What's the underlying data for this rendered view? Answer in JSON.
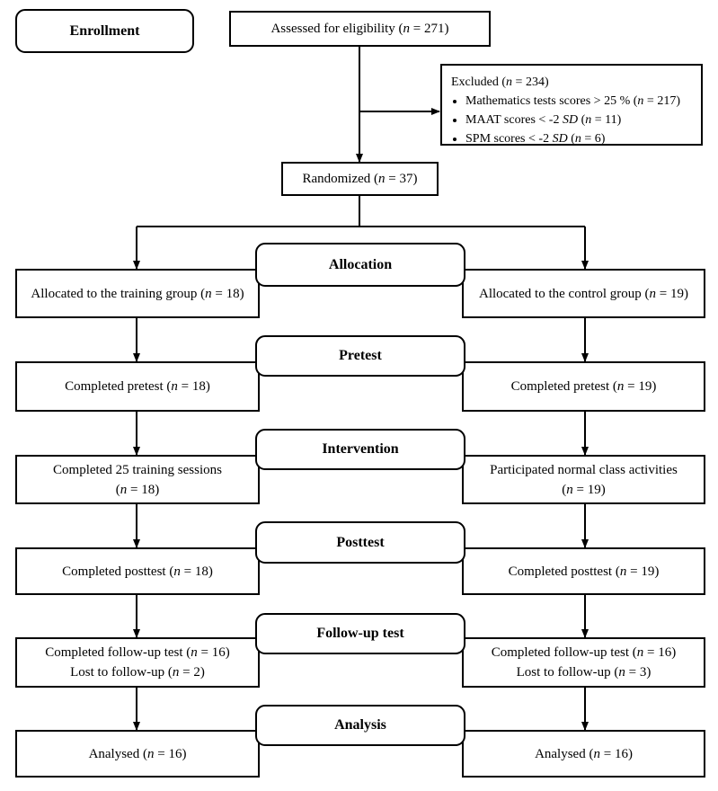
{
  "stages": {
    "enrollment": "Enrollment",
    "allocation": "Allocation",
    "pretest": "Pretest",
    "intervention": "Intervention",
    "posttest": "Posttest",
    "followup": "Follow-up test",
    "analysis": "Analysis"
  },
  "assessed": {
    "label": "Assessed for eligibility",
    "n": "271"
  },
  "excluded": {
    "title": "Excluded",
    "n": "234",
    "items": [
      {
        "text": "Mathematics tests scores > 25 %",
        "n": "217"
      },
      {
        "text": "MAAT scores < -2 ",
        "sd": "SD",
        "n": "11"
      },
      {
        "text": "SPM scores < -2 ",
        "sd": "SD",
        "n": "6"
      }
    ]
  },
  "randomized": {
    "label": "Randomized",
    "n": "37"
  },
  "training": {
    "allocated": {
      "label": "Allocated to the training group",
      "n": "18"
    },
    "pretest": {
      "label": "Completed pretest",
      "n": "18"
    },
    "intervention": {
      "label": "Completed 25 training sessions",
      "n": "18"
    },
    "posttest": {
      "label": "Completed posttest",
      "n": "18"
    },
    "followup": {
      "label": "Completed follow-up test",
      "n": "16",
      "lost_label": "Lost to follow-up",
      "lost_n": "2"
    },
    "analysis": {
      "label": "Analysed",
      "n": "16"
    }
  },
  "control": {
    "allocated": {
      "label": "Allocated to the control group",
      "n": "19"
    },
    "pretest": {
      "label": "Completed pretest",
      "n": "19"
    },
    "intervention": {
      "label": "Participated normal class activities",
      "n": "19"
    },
    "posttest": {
      "label": "Completed posttest",
      "n": "19"
    },
    "followup": {
      "label": "Completed follow-up test",
      "n": "16",
      "lost_label": "Lost to follow-up",
      "lost_n": "3"
    },
    "analysis": {
      "label": "Analysed",
      "n": "16"
    }
  }
}
